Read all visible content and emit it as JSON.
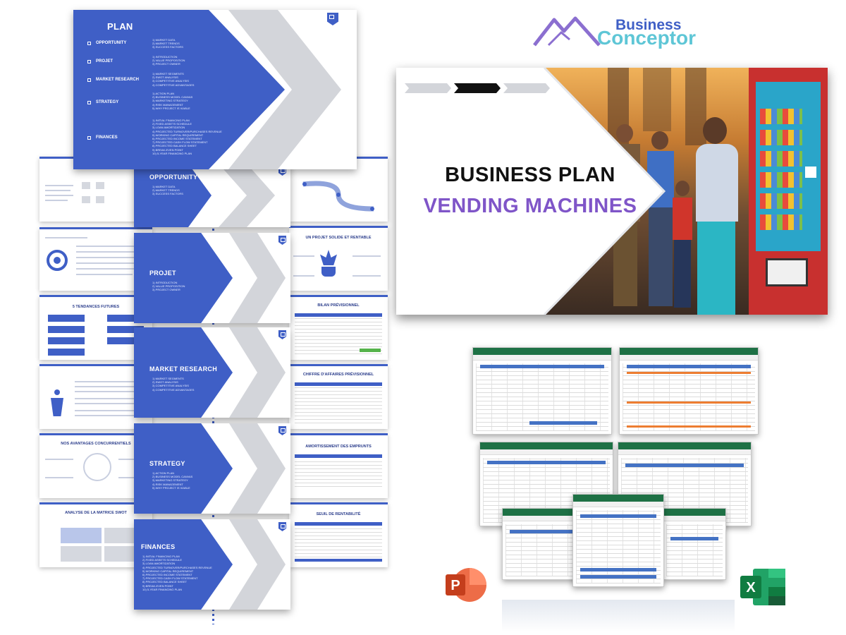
{
  "brand": {
    "line1": "Business",
    "line2": "Conceptor"
  },
  "main_slide": {
    "title_line1": "BUSINESS PLAN",
    "title_line2": "VENDING MACHINES"
  },
  "plan_slide": {
    "title": "PLAN",
    "sections": [
      {
        "label": "OPPORTUNITY",
        "items": "1) MARKET DATA\n2) MARKET TRENDS\n3) SUCCESS FACTORS"
      },
      {
        "label": "PROJET",
        "items": "1) INTRODUCTION\n2) VALUE PROPOSITION\n3) PROJECT OWNER"
      },
      {
        "label": "MARKET RESEARCH",
        "items": "1) MARKET SEGMENTS\n2) SWOT ANALYSIS\n3) COMPETITIVE ANALYSIS\n4) COMPETITIVE ADVANTAGES"
      },
      {
        "label": "STRATEGY",
        "items": "1) ACTION PLAN\n2) BUSINESS MODEL CANVAS\n3) MARKETING STRATEGY\n4) RISK MANAGEMENT\n5) WHY PROJECT IS VIABLE"
      },
      {
        "label": "FINANCES",
        "items": "1) INITIAL FINANCING PLAN\n2) FIXED ASSETS SCHEDULE\n3) LOAN AMORTIZATION\n4) PROJECTED TURNOVER/PURCHASES REVENUE\n5) WORKING CAPITAL REQUIREMENT\n6) PROJECTED INCOME STATEMENT\n7) PROJECTED CASH FLOW STATEMENT\n8) PROJECTED BALANCE SHEET\n9) BREAK-EVEN POINT\n10) 5-YEAR FINANCING PLAN"
      }
    ]
  },
  "section_slides": [
    {
      "title": "OPPORTUNITY",
      "items": "1) MARKET DATA\n2) MARKET TRENDS\n3) SUCCESS FACTORS"
    },
    {
      "title": "PROJET",
      "items": "1) INTRODUCTION\n2) VALUE PROPOSITION\n3) PROJECT OWNER"
    },
    {
      "title": "MARKET RESEARCH",
      "items": "1) MARKET SEGMENTS\n2) SWOT ANALYSIS\n3) COMPETITIVE ANALYSIS\n4) COMPETITIVE ADVANTAGES"
    },
    {
      "title": "STRATEGY",
      "items": "1) ACTION PLAN\n2) BUSINESS MODEL CANVAS\n3) MARKETING STRATEGY\n4) RISK MANAGEMENT\n5) WHY PROJECT IS VIABLE"
    },
    {
      "title": "FINANCES",
      "items": "1) INITIAL FINANCING PLAN\n2) FIXED ASSETS SCHEDULE\n3) LOAN AMORTIZATION\n4) PROJECTED TURNOVER/PURCHASES REVENUE\n5) WORKING CAPITAL REQUIREMENT\n6) PROJECTED INCOME STATEMENT\n7) PROJECTED CASH FLOW STATEMENT\n8) PROJECTED BALANCE SHEET\n9) BREAK-EVEN POINT\n10) 5-YEAR FINANCING PLAN"
    }
  ],
  "right_slides": [
    {
      "title": "UN PROJET SOLIDE ET RENTABLE"
    },
    {
      "title": "BILAN PRÉVISIONNEL"
    },
    {
      "title": "CHIFFRE D'AFFAIRES PRÉVISIONNEL"
    },
    {
      "title": "AMORTISSEMENT DES EMPRUNTS"
    },
    {
      "title": "SEUIL DE RENTABILITÉ"
    }
  ],
  "left_slides": [
    {
      "title": ""
    },
    {
      "title": "5 TENDANCES FUTURES"
    },
    {
      "title": "NOS AVANTAGES CONCURRENTIELS"
    },
    {
      "title": "ANALYSE DE LA MATRICE SWOT"
    }
  ],
  "colors": {
    "slide_blue": "#3f5fc6",
    "accent_purple": "#7f55c8",
    "excel_green": "#1e7145",
    "ppt_orange": "#d04423"
  },
  "icons": {
    "powerpoint": "powerpoint-icon",
    "excel": "excel-icon"
  }
}
